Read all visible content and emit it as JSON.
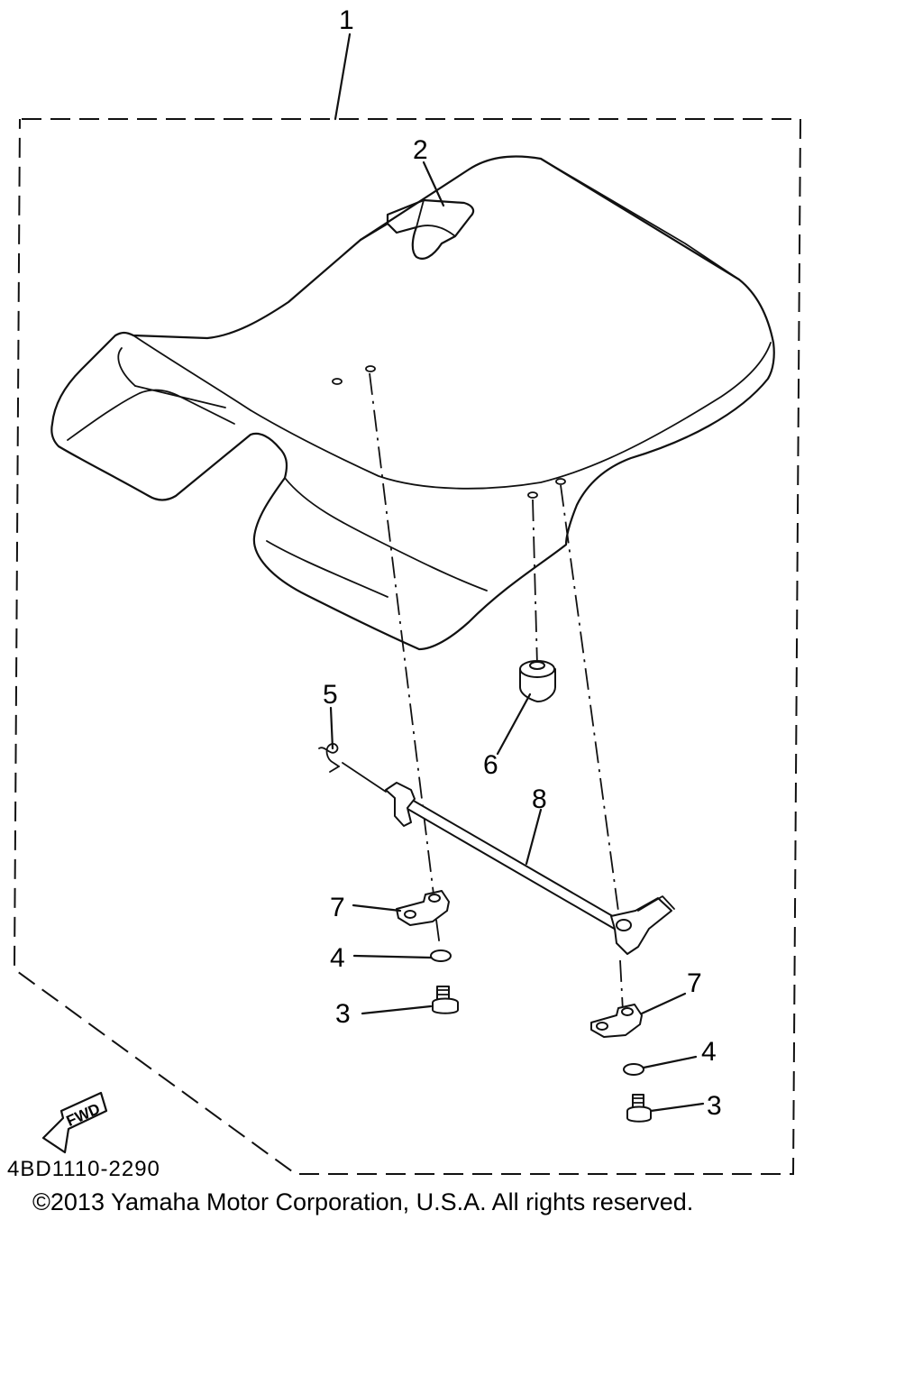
{
  "diagram": {
    "callouts": [
      {
        "id": "c1",
        "label": "1"
      },
      {
        "id": "c2",
        "label": "2"
      },
      {
        "id": "c3a",
        "label": "3"
      },
      {
        "id": "c3b",
        "label": "3"
      },
      {
        "id": "c4a",
        "label": "4"
      },
      {
        "id": "c4b",
        "label": "4"
      },
      {
        "id": "c5",
        "label": "5"
      },
      {
        "id": "c6",
        "label": "6"
      },
      {
        "id": "c7a",
        "label": "7"
      },
      {
        "id": "c7b",
        "label": "7"
      },
      {
        "id": "c8",
        "label": "8"
      }
    ],
    "fwd_label": "FWD",
    "drawing_code": "4BD1110-2290"
  },
  "copyright": "©2013 Yamaha Motor Corporation, U.S.A. All rights reserved."
}
